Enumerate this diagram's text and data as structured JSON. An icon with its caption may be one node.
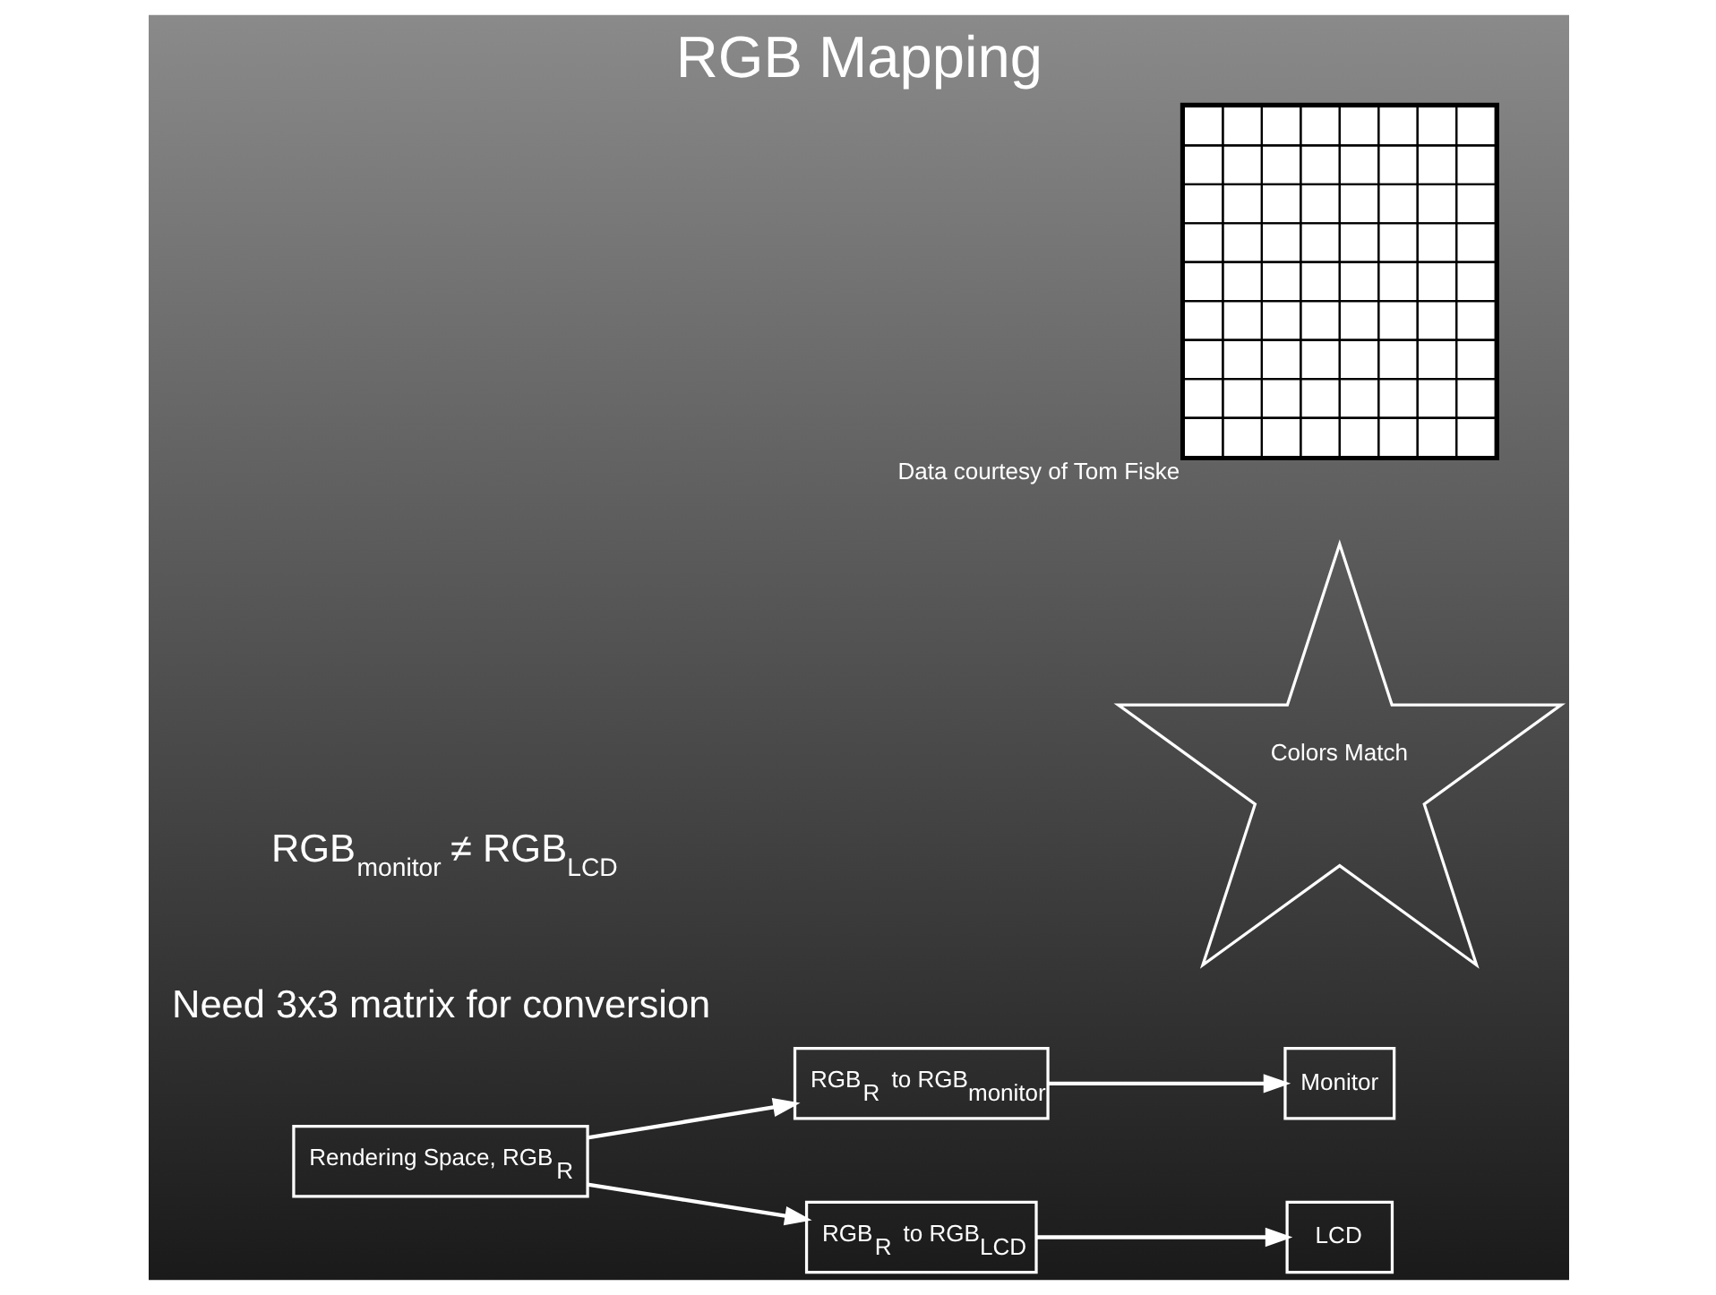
{
  "diagram": {
    "title": "RGB Mapping",
    "nodes": [
      {
        "text": [
          "Rendering Space, RGB$_{R}$"
        ]
      },
      {
        "text": [
          "RGB$_{R}$ to RGB$_{monitor}$"
        ]
      },
      {
        "text": [
          "Monitor"
        ]
      },
      {
        "text": [
          "RGB$_{R}$ to RGB$_{LCD}$"
        ]
      },
      {
        "text": [
          "LCD"
        ]
      },
      {
        "text": [
          "Colors Match"
        ]
      },
      {
        "text": [],
        "shape": "picture",
        "beside": [
          "Data courtesy of Tom Fiske"
        ]
      }
    ],
    "edges": [
      {
        "from": 0,
        "to": 1,
        "arrow": "to"
      },
      {
        "from": 0,
        "to": 3,
        "arrow": "to"
      },
      {
        "from": 1,
        "to": 2,
        "arrow": "to"
      },
      {
        "from": 3,
        "to": 4,
        "arrow": "to"
      }
    ],
    "labels": [
      "RGB$_{monitor}$ ≠ RGB$_{LCD}$",
      "Need 3x3 matrix for conversion"
    ]
  }
}
